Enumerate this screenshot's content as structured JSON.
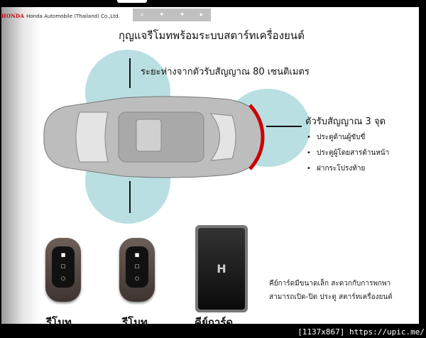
{
  "header": {
    "company": "Honda Automobile (Thailand) Co.,Ltd.",
    "logo": "HONDA"
  },
  "viewer": {
    "icons": [
      "zoom-icon",
      "prev-icon",
      "next-icon",
      "play-icon"
    ]
  },
  "slide": {
    "title": "กุญแจรีโมทพร้อมระบบสตาร์ทเครื่องยนต์",
    "range_label": "ระยะห่างจากตัวรับสัญญาณ   80 เซนติเมตร",
    "receivers_title": "ตัวรับสัญญาณ  3  จุด",
    "receivers": [
      "ประตูด้านผู้ขับขี่",
      "ประตูผู้โดยสารด้านหน้า",
      "ฝากระโปรงท้าย"
    ],
    "captions": [
      "รีโมท",
      "รีโมท",
      "คีย์การ์ด"
    ],
    "note_lines": [
      "คีย์การ์ดมีขนาดเล็ก สะดวกกับการพกพา",
      "สามารถเปิด-ปิด ประตู สตาร์ทเครื่องยนต์"
    ],
    "range_color": "#b9dfe2"
  },
  "footer": "[1137x867] https://upic.me/"
}
